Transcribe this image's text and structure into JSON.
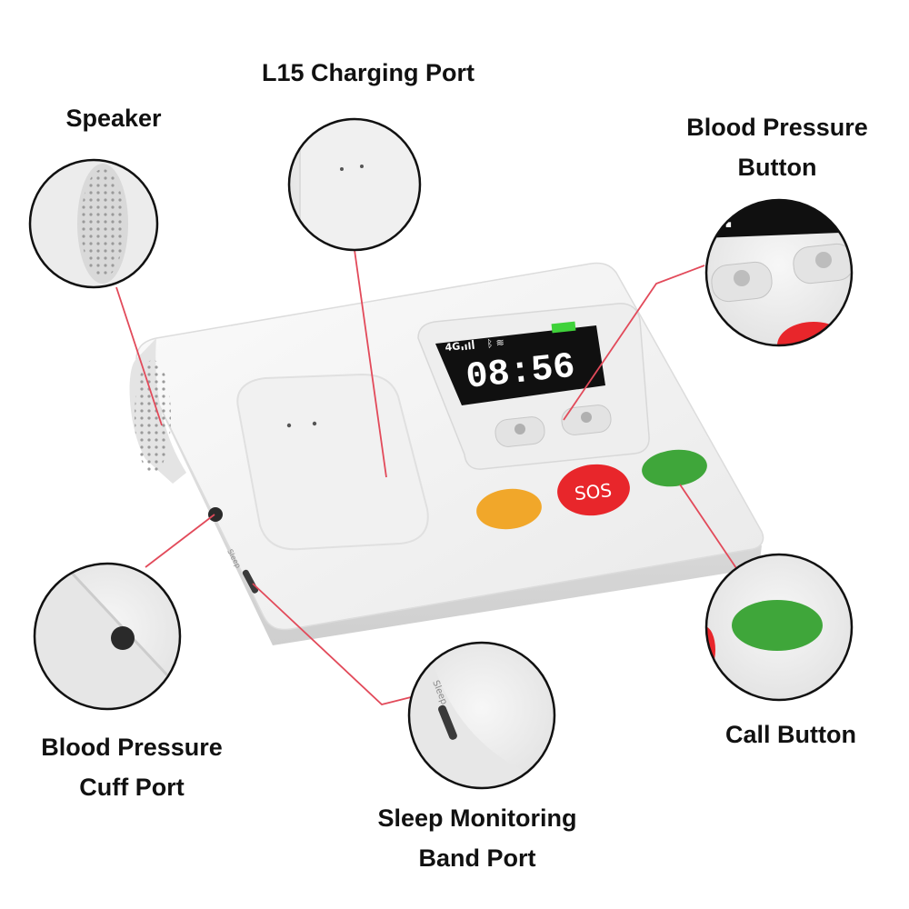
{
  "callouts": {
    "l15_charging_port": "L15 Charging Port",
    "speaker": "Speaker",
    "blood_pressure_button": {
      "line1": "Blood Pressure",
      "line2": "Button"
    },
    "call_button": "Call Button",
    "blood_pressure_cuff_port": {
      "line1": "Blood Pressure",
      "line2": "Cuff Port"
    },
    "sleep_monitoring_band_port": {
      "line1": "Sleep Monitoring",
      "line2": "Band Port"
    }
  },
  "device": {
    "screen": {
      "network": "4G",
      "time": "08:56"
    },
    "sos_label": "SOS",
    "side_label_sleep": "Sleep"
  },
  "colors": {
    "leader_line": "#e24a5a",
    "sos_button": "#e8262b",
    "call_button": "#3fa63a",
    "orange_button": "#f1a72a",
    "device_body": "#f3f3f3",
    "screen_bg": "#101010",
    "battery": "#3fd23a"
  }
}
